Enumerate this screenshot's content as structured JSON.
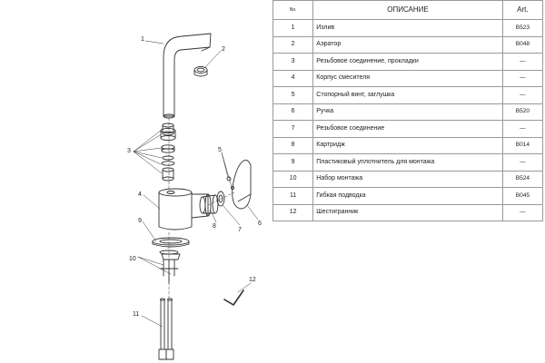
{
  "table": {
    "headers": {
      "no": "No.",
      "description": "ОПИСАНИЕ",
      "art": "Art."
    },
    "rows": [
      {
        "no": "1",
        "description": "Излив",
        "art": "B523"
      },
      {
        "no": "2",
        "description": "Аэратор",
        "art": "B048"
      },
      {
        "no": "3",
        "description": "Резьбовое соединение, прокладки",
        "art": "—"
      },
      {
        "no": "4",
        "description": "Корпус смесителя",
        "art": "—"
      },
      {
        "no": "5",
        "description": "Стопорный винт, заглушка",
        "art": "—"
      },
      {
        "no": "6",
        "description": "Ручка",
        "art": "B520"
      },
      {
        "no": "7",
        "description": "Резьбовое соединение",
        "art": "—"
      },
      {
        "no": "8",
        "description": "Картридж",
        "art": "B014"
      },
      {
        "no": "9",
        "description": "Пластиковый уплотнитель для монтажа",
        "art": "—"
      },
      {
        "no": "10",
        "description": "Набор монтажа",
        "art": "B524"
      },
      {
        "no": "11",
        "description": "Гибкая подводка",
        "art": "B045"
      },
      {
        "no": "12",
        "description": "Шестигранник",
        "art": "—"
      }
    ]
  },
  "callouts": [
    "1",
    "2",
    "3",
    "4",
    "5",
    "6",
    "7",
    "8",
    "9",
    "10",
    "11",
    "12"
  ]
}
